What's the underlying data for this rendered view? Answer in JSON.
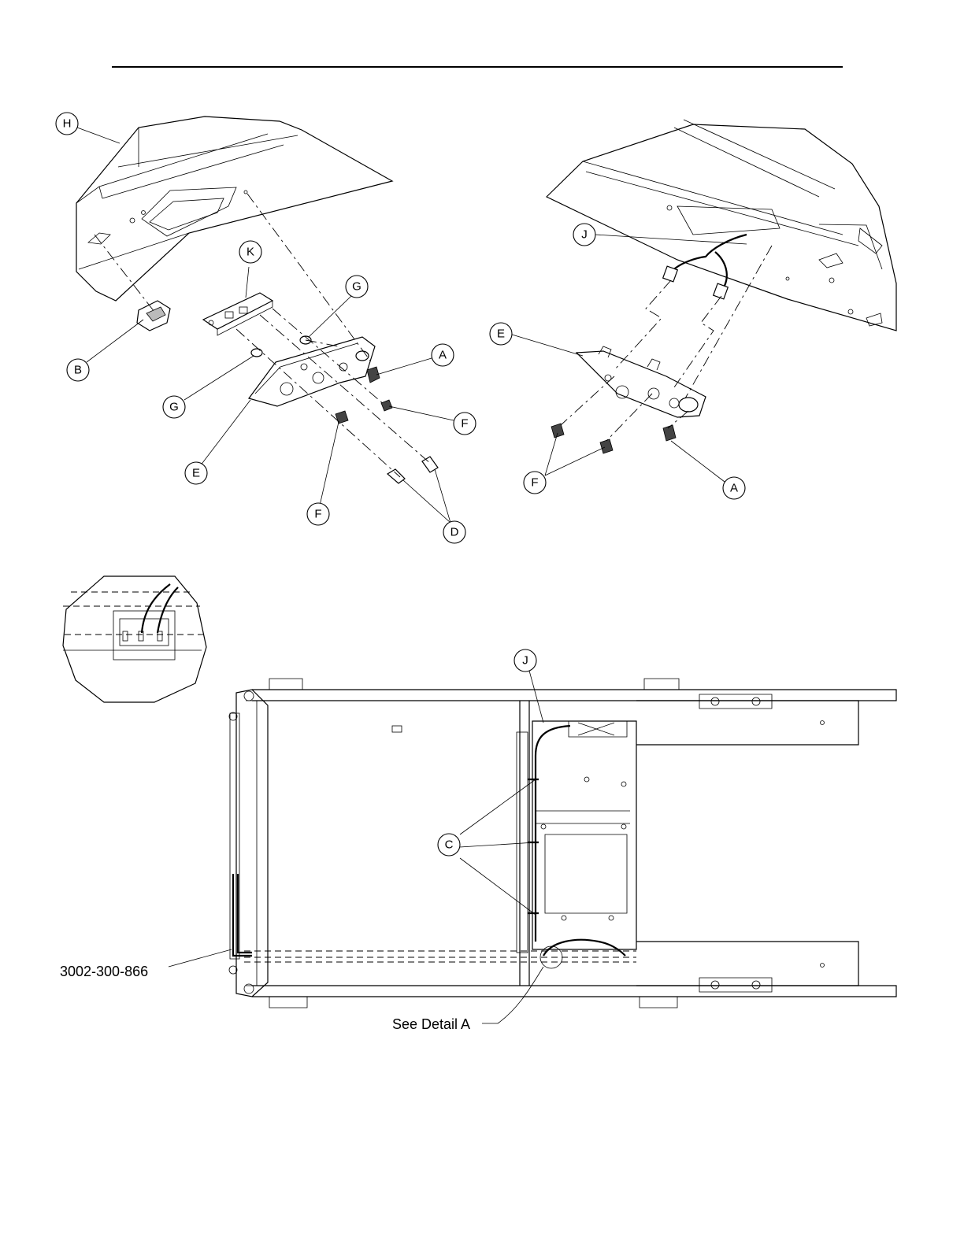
{
  "callouts": {
    "A": "A",
    "B": "B",
    "C": "C",
    "D": "D",
    "E": "E",
    "F": "F",
    "G": "G",
    "H": "H",
    "J": "J",
    "K": "K"
  },
  "notes": {
    "part_number": "3002-300-866",
    "detail_ref": "See Detail A"
  }
}
